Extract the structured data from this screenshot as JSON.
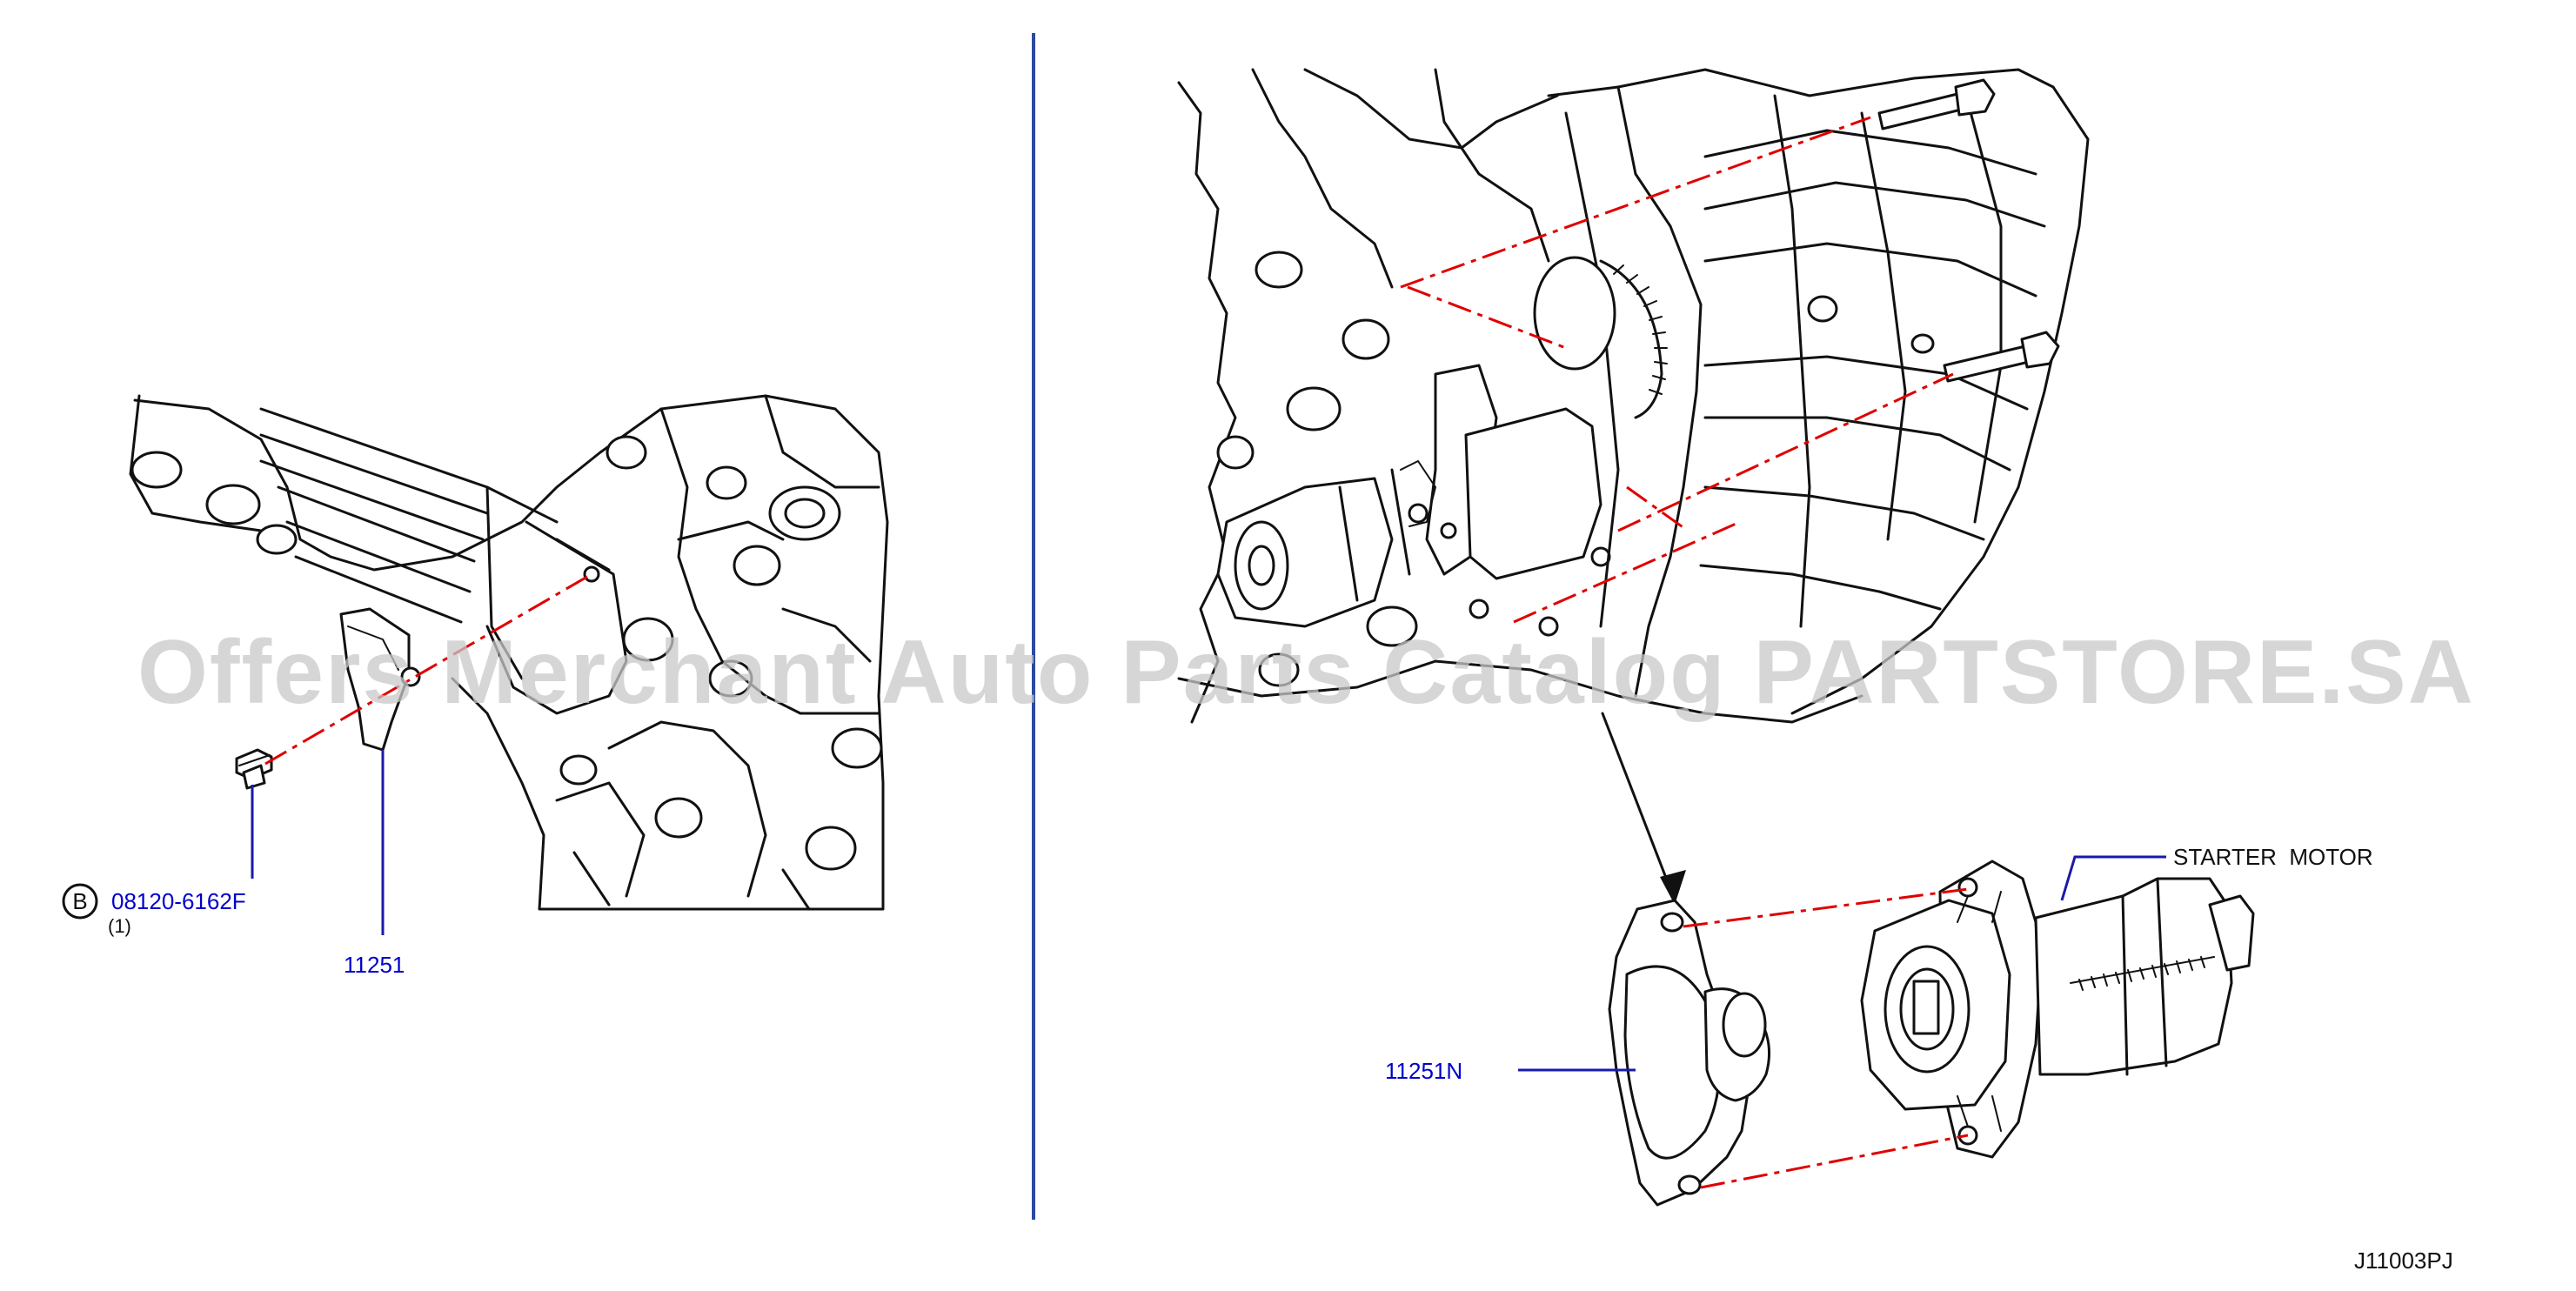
{
  "labels": {
    "bolt_callout_letter": "B",
    "bolt_part_number": "08120-6162F",
    "bolt_quantity": "(1)",
    "part_11251": "11251",
    "part_11251n": "11251N",
    "starter_motor": "STARTER  MOTOR",
    "diagram_id": "J11003PJ"
  },
  "watermark": "Offers Merchant Auto Parts Catalog PARTSTORE.SA",
  "colors": {
    "part_number_text": "#0000cc",
    "leader_line": "#1a1aa8",
    "divider": "#2b4aa0",
    "assembly_line": "#e00000",
    "drawing_line": "#111111",
    "watermark": "#c8c8c8"
  }
}
